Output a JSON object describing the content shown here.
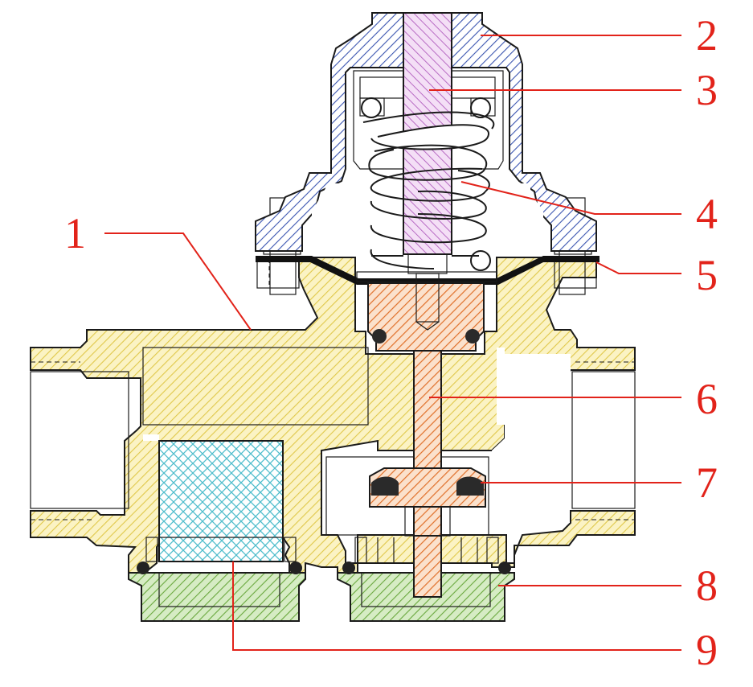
{
  "diagram": {
    "callouts": [
      {
        "id": "1",
        "label": "1"
      },
      {
        "id": "2",
        "label": "2"
      },
      {
        "id": "3",
        "label": "3"
      },
      {
        "id": "4",
        "label": "4"
      },
      {
        "id": "5",
        "label": "5"
      },
      {
        "id": "6",
        "label": "6"
      },
      {
        "id": "7",
        "label": "7"
      },
      {
        "id": "8",
        "label": "8"
      },
      {
        "id": "9",
        "label": "9"
      }
    ],
    "colors": {
      "body": "#f2e38a",
      "cap": "#4a63b8",
      "stem": "#c98bd3",
      "spring_seat": "#7fd1d8",
      "valve": "#e87a2e",
      "plug": "#86c256",
      "filter": "#66c8d6",
      "diaphragm": "#111111",
      "callout": "#e2231a"
    }
  }
}
